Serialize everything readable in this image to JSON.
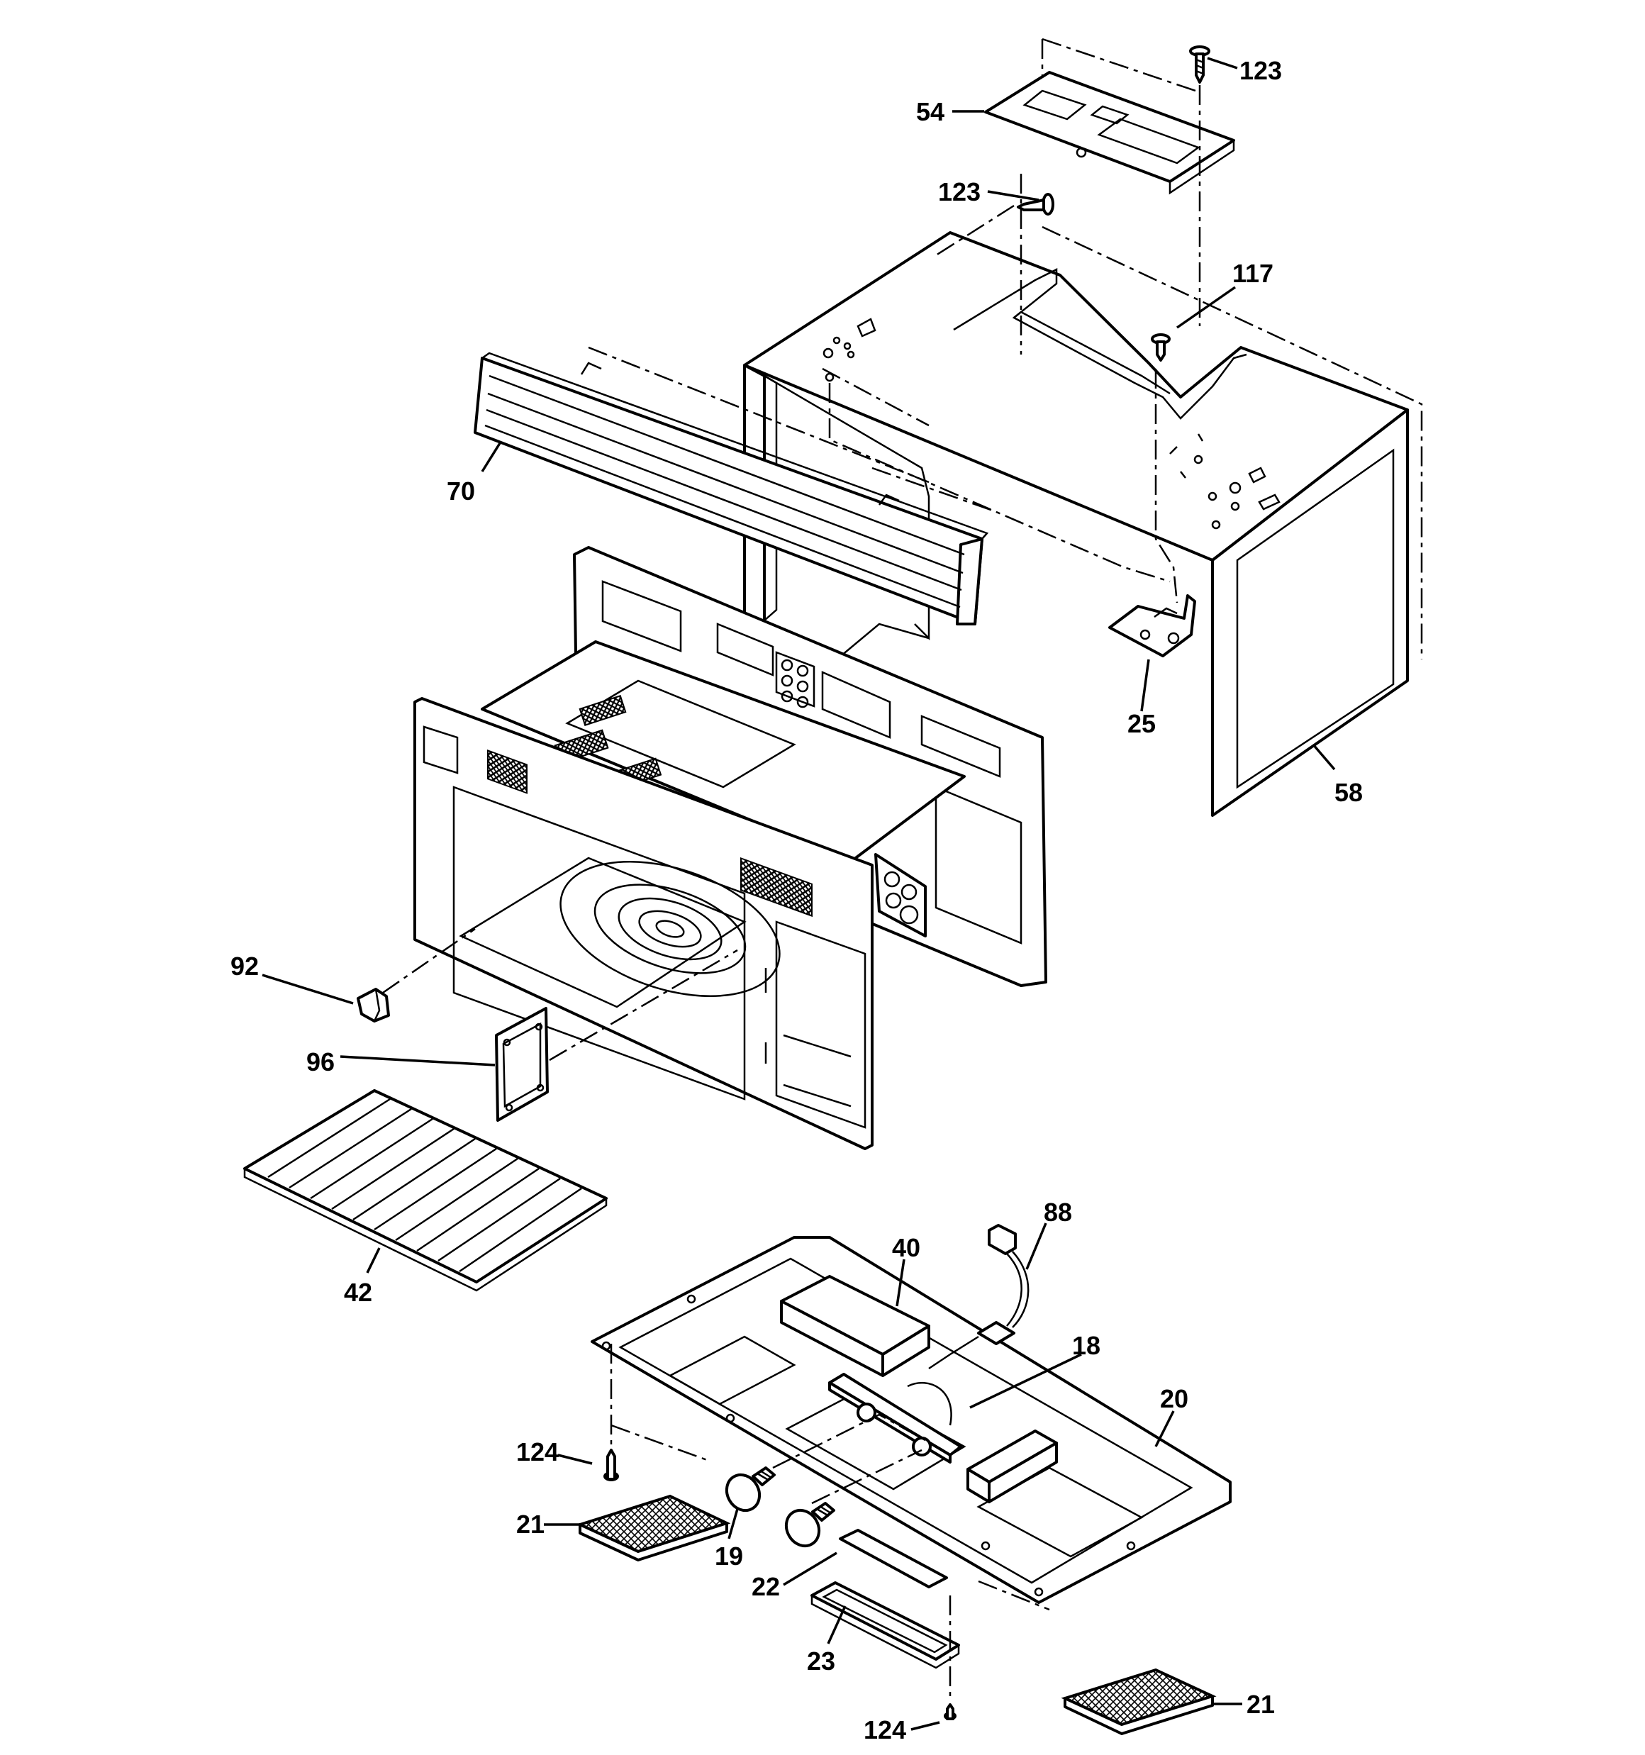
{
  "colors": {
    "line": "#000000",
    "background": "#ffffff"
  },
  "callouts": {
    "c123_top": "123",
    "c54": "54",
    "c123_mid": "123",
    "c117": "117",
    "c70": "70",
    "c25": "25",
    "c58": "58",
    "c92": "92",
    "c96": "96",
    "c42": "42",
    "c88": "88",
    "c40": "40",
    "c18": "18",
    "c20": "20",
    "c124_left": "124",
    "c21_left": "21",
    "c19": "19",
    "c22": "22",
    "c23": "23",
    "c21_right": "21",
    "c124_bottom": "124"
  }
}
